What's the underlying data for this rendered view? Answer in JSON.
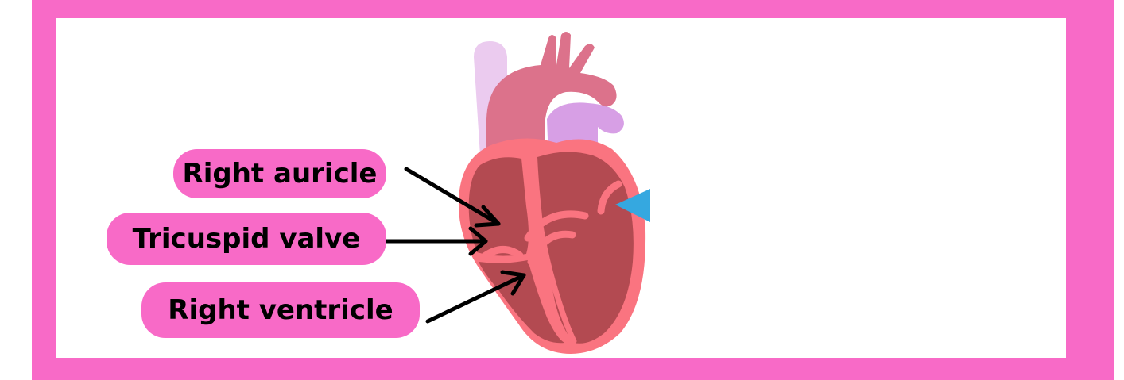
{
  "colors": {
    "frame": "#f86ac7",
    "panel": "#ffffff",
    "label_pill": "#f86ac7",
    "label_text": "#000000",
    "heart_outer": "#fa7480",
    "heart_chamber": "#b34a51",
    "aorta": "#dc728b",
    "vena_cava": "#ebcbef",
    "pulmonary": "#d79fe5",
    "pointer_marker": "#35a8e0",
    "arrow": "#000000"
  },
  "labels": {
    "right_auricle": "Right auricle",
    "tricuspid_valve": "Tricuspid valve",
    "right_ventricle": "Right ventricle"
  }
}
